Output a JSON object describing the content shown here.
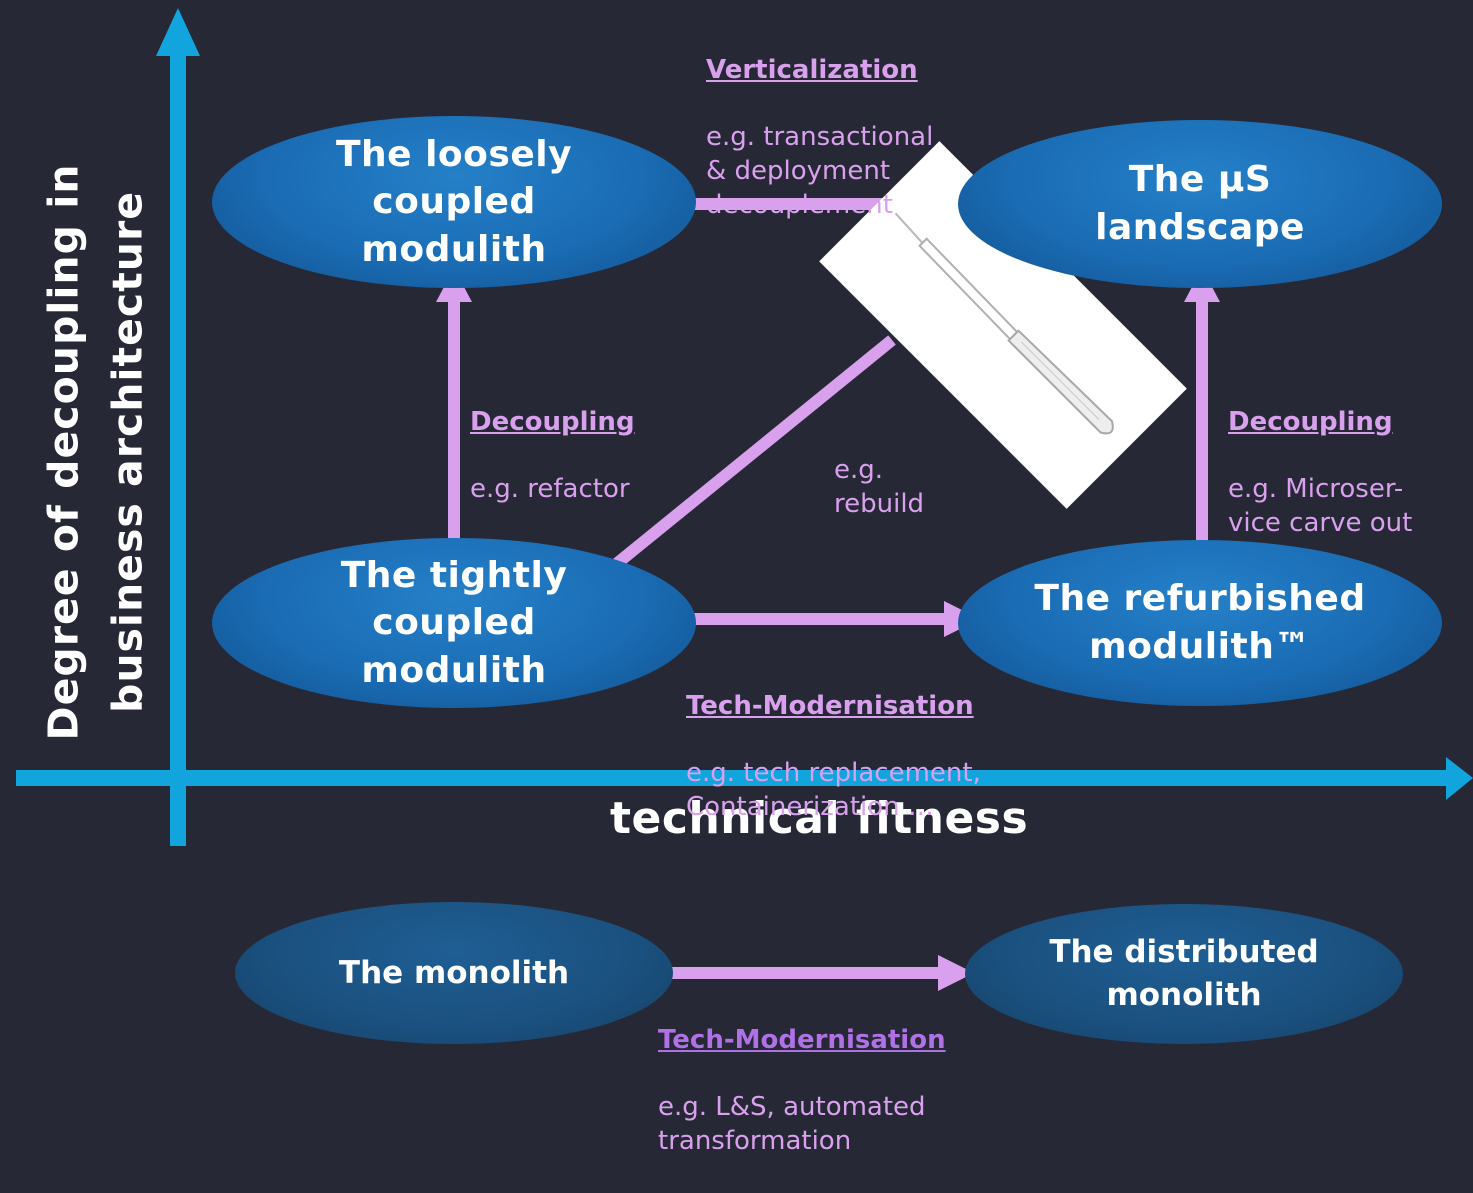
{
  "axes": {
    "y_title": "Degree of decoupling in\nbusiness architecture",
    "x_title": "technical fitness"
  },
  "nodes": {
    "loosely": "The loosely\ncoupled\nmodulith",
    "tightly": "The tightly\ncoupled\nmodulith",
    "microservices": "The µS\nlandscape",
    "refurbished": "The refurbished\nmodulith™",
    "monolith": "The monolith",
    "distributed": "The distributed\nmonolith"
  },
  "transitions": {
    "verticalization": {
      "title": "Verticalization",
      "text": "e.g. transactional\n& deployment\ndecouplement"
    },
    "decoupling_left": {
      "title": "Decoupling",
      "text": "e.g. refactor"
    },
    "rebuild": {
      "title": "",
      "text": "e.g.\nrebuild"
    },
    "decoupling_right": {
      "title": "Decoupling",
      "text": "e.g. Microser-\nvice carve out"
    },
    "tech_modernisation": {
      "title": "Tech-Modernisation",
      "text": "e.g. tech replacement,\nContainerization …"
    },
    "tech_modernisation_bottom": {
      "title": "Tech-Modernisation",
      "text": "e.g. L&S, automated\ntransformation"
    }
  },
  "colors": {
    "background": "#262835",
    "axis": "#12a4dc",
    "arrow": "#d9a0ee",
    "node": "#1a6cb4",
    "node_bottom": "#1a507e"
  },
  "icons": {
    "scalpel": "scalpel-icon"
  }
}
